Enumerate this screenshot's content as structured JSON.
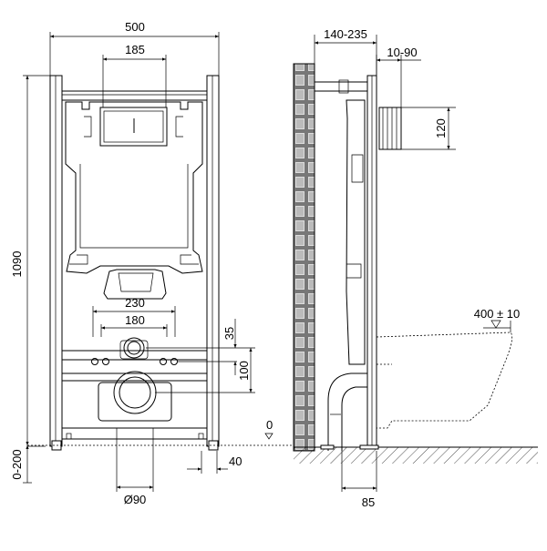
{
  "front_view": {
    "dim_width_total": "500",
    "dim_flush_plate": "185",
    "dim_height": "1090",
    "dim_stud_spacing": "230",
    "dim_drain_spacing": "180",
    "dim_inlet_offset": "35",
    "dim_outlet_height": "100",
    "dim_floor_adjust": "0-200",
    "dim_outlet_diameter": "Ø90",
    "dim_foot_offset": "40",
    "floor_level": "0"
  },
  "side_view": {
    "dim_depth": "140-235",
    "dim_wall_offset": "10-90",
    "dim_inlet_height": "120",
    "dim_bowl_height": "400 ± 10",
    "dim_base_depth": "85"
  }
}
